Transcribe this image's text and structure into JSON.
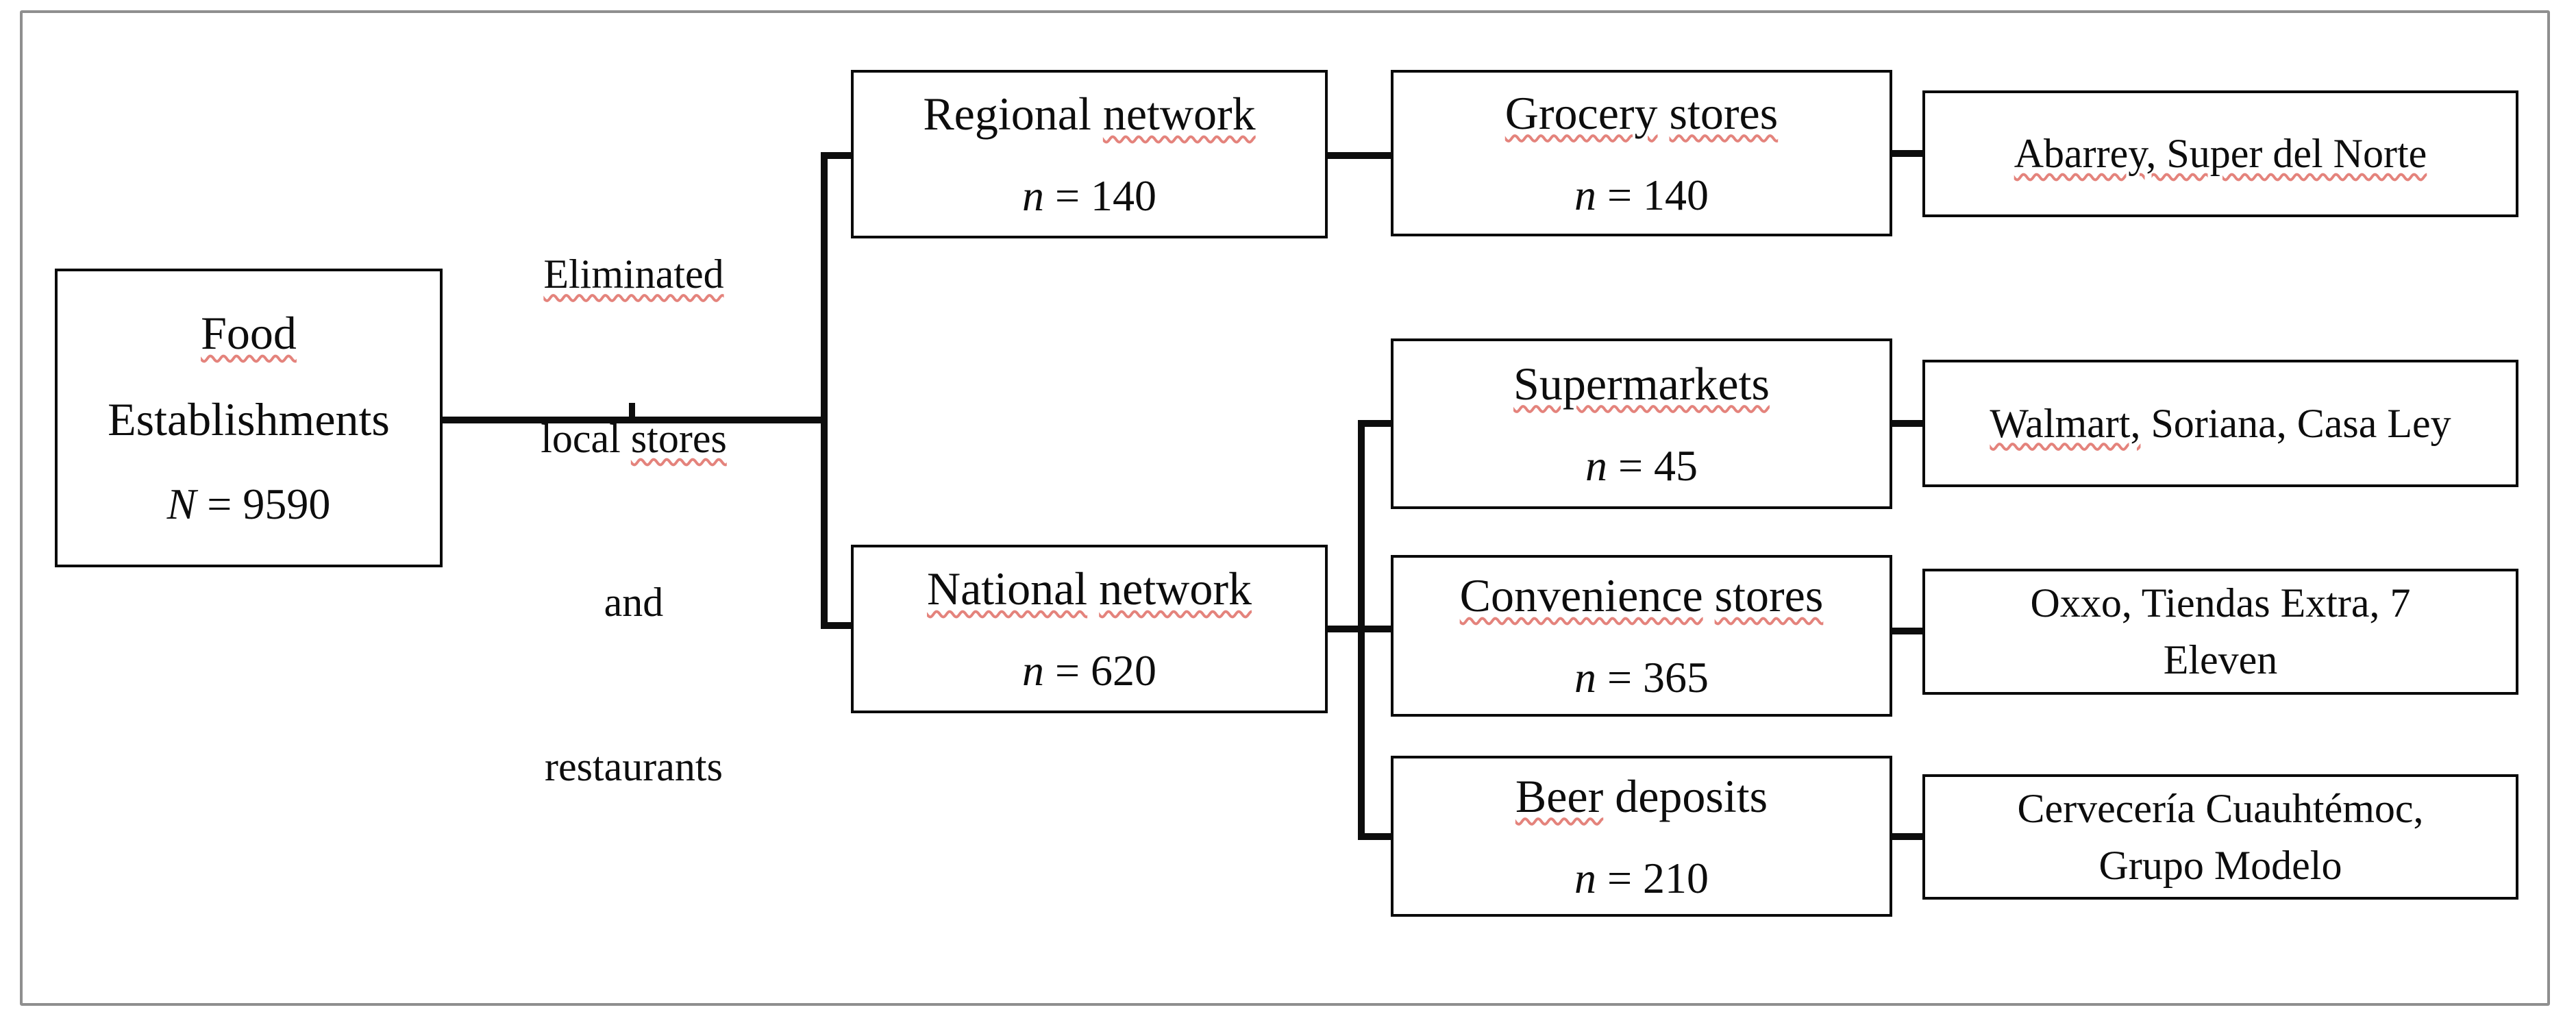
{
  "figure": {
    "type": "flow-diagram",
    "description": "Sampling frame of food establishments split into regional and national networks",
    "accent_colors": {
      "box_border": "#0a0a0a",
      "frame_border": "#8f8f8f",
      "spellcheck_squiggle": "#e4837c"
    }
  },
  "nodes": {
    "food": {
      "line1": "Food",
      "line2": "Establishments",
      "count_var": "N",
      "count_rest": " = 9590"
    },
    "note": {
      "line1": "Eliminated",
      "line2_plain": "local ",
      "line2_sq": "stores",
      "line3": "and",
      "line4": "restaurants"
    },
    "regional": {
      "w1": "Regional ",
      "w2": "network",
      "count_var": "n",
      "count_rest": " = 140"
    },
    "national": {
      "w1": "National",
      "sp": " ",
      "w2": "network",
      "count_var": "n",
      "count_rest": " = 620"
    },
    "grocery": {
      "w1": "Grocery",
      "sp": " ",
      "w2": "stores",
      "count_var": "n",
      "count_rest": " = 140"
    },
    "supermarkets": {
      "w1": "Supermarkets",
      "count_var": "n",
      "count_rest": " = 45"
    },
    "convenience": {
      "w1": "Convenience",
      "sp": " ",
      "w2": "stores",
      "count_var": "n",
      "count_rest": " = 365"
    },
    "beer": {
      "w1": "Beer",
      "sp": " ",
      "w2": "deposits",
      "count_var": "n",
      "count_rest": " = 210"
    },
    "abarrey": {
      "text": "Abarrey, Super del Norte"
    },
    "walmart": {
      "sq": "Walmart,",
      "rest": " Soriana, Casa Ley"
    },
    "oxxo": {
      "line1": "Oxxo, Tiendas Extra, 7",
      "line2": "Eleven"
    },
    "cerveceria": {
      "line1": "Cervecería Cuauhtémoc,",
      "line2": "Grupo Modelo"
    }
  }
}
